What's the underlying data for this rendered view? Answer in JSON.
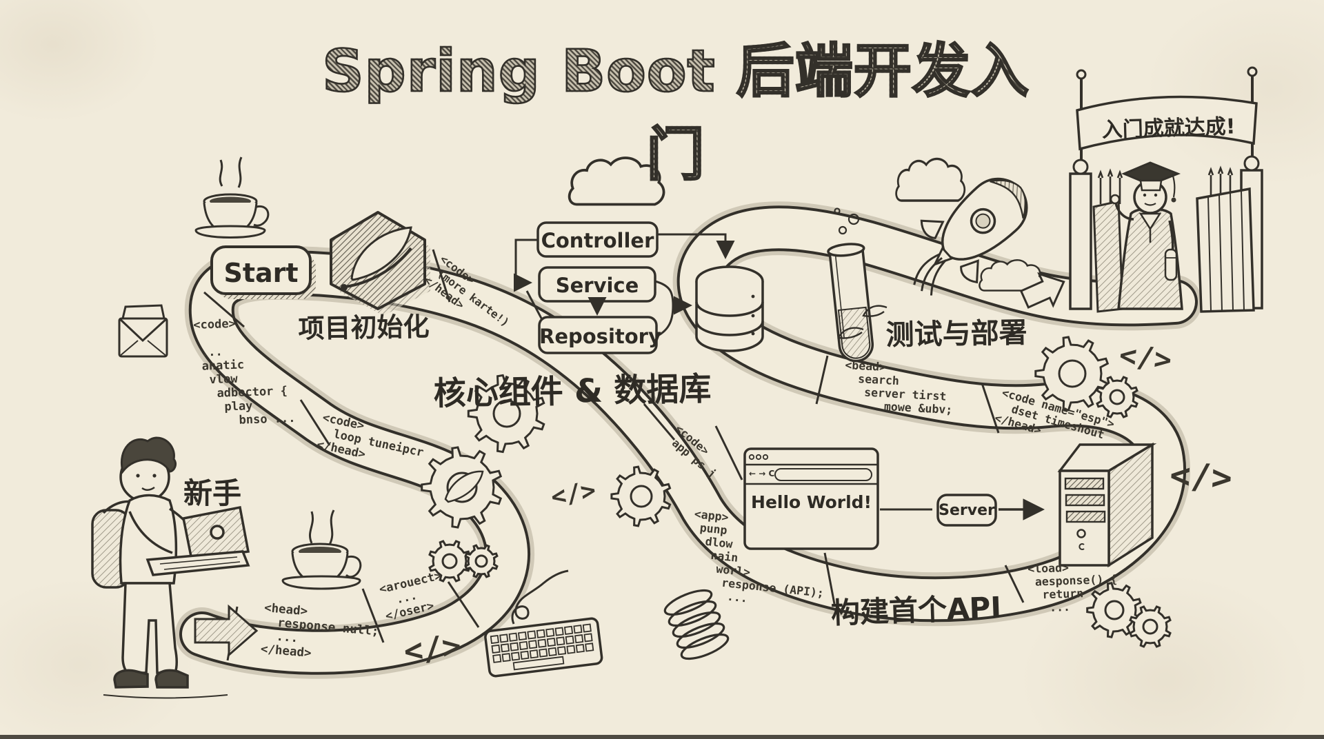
{
  "title": "Spring Boot 后端开发入门",
  "banner": "入门成就达成!",
  "labels": {
    "start": "Start",
    "newbie": "新手",
    "stage_init": "项目初始化",
    "stage_core": "核心组件 & 数据库",
    "stage_api": "构建首个API",
    "stage_deploy": "测试与部署"
  },
  "components": {
    "controller": "Controller",
    "service": "Service",
    "repository": "Repository",
    "server": "Server",
    "browser_text": "Hello World!",
    "browser_nav": "← →  C"
  },
  "code_glyph": "</>",
  "snippets": {
    "s1": "<code>\n\n ...\n anatic\n  vlew\n   adbector {\n    play\n      bnso ...",
    "s2": "<code>\n  loop tuneipcr\n</head>",
    "s3": "<code>\n (more karte!)\n</head>",
    "s4": "<code>\n app ps j",
    "s5": "<app>\n punp\n  dlow\n   nain\n    worl>\n     response (API);\n      ...",
    "s6": "<head>\n  response null;\n  ...\n</head>",
    "s7": "<arouect>\n  ...\n</oser>",
    "s8": "<bead>\n  search\n   server tirst\n      mowe &ubv;",
    "s9": "<code name=\"esp\">\n  dset timeshout\n</head>",
    "s10": "<load>\n aesponse() {\n  return\n   ..."
  },
  "icons": [
    "coffee-cup-icon",
    "spring-leaf-logo-icon",
    "envelope-icon",
    "gear-icon",
    "database-icon",
    "cloud-icon",
    "rocket-icon",
    "test-tube-icon",
    "keyboard-icon",
    "coil-spring-icon",
    "browser-window-icon",
    "server-tower-icon",
    "graduate-icon",
    "gate-icon",
    "arrow-icon",
    "person-laptop-icon",
    "code-tag-icon"
  ],
  "colors": {
    "paper": "#f1ebdb",
    "ink": "#33302a",
    "hatch": "#6f6a5c"
  }
}
